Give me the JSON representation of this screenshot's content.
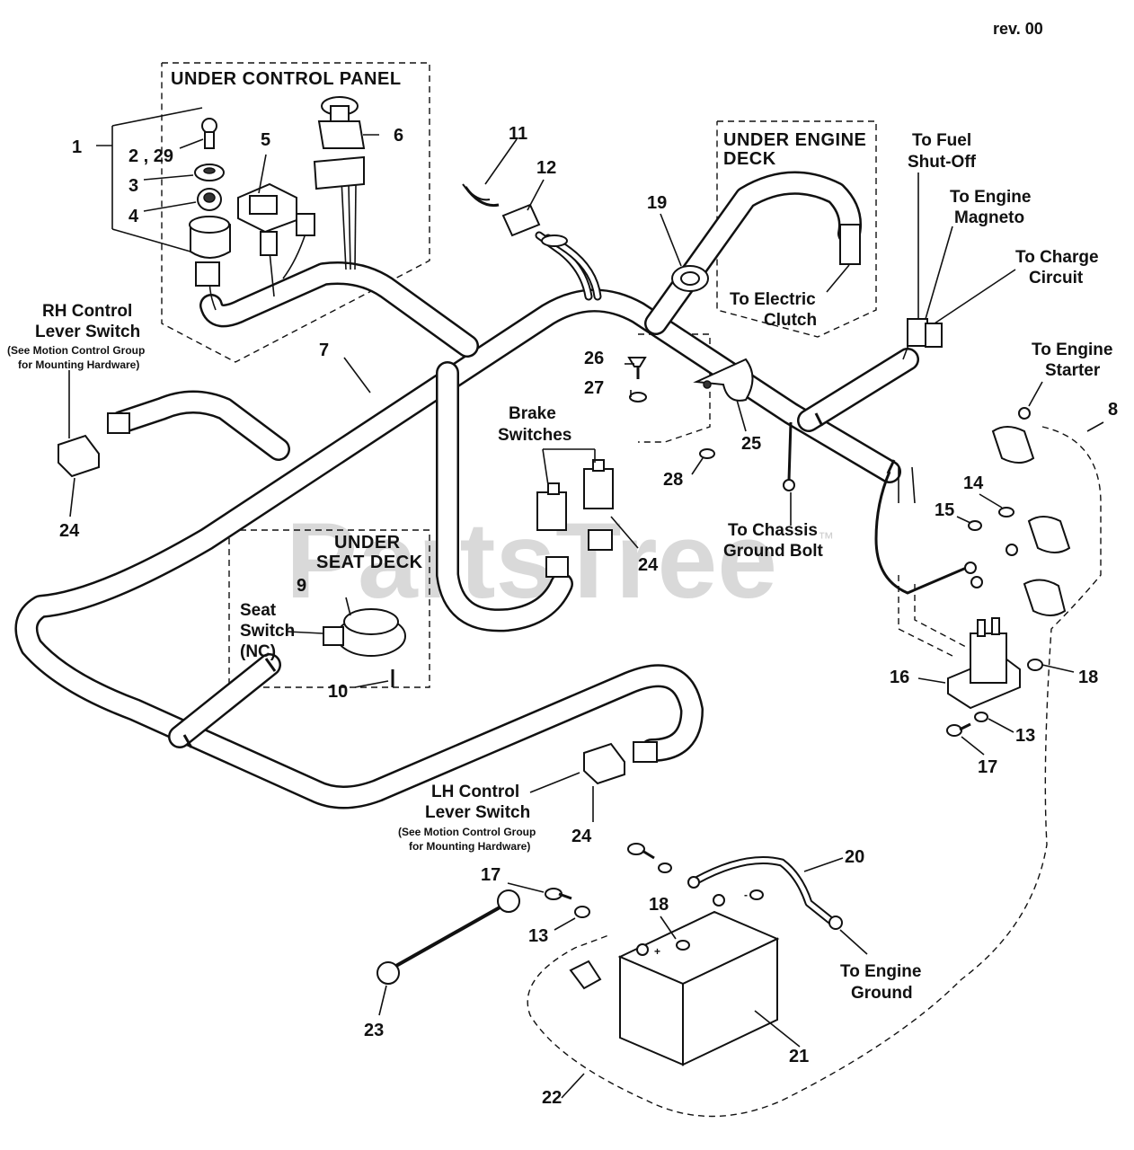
{
  "revision": "rev. 00",
  "watermark": "PartsTree",
  "trademark": "™",
  "sections": {
    "under_control_panel": "UNDER CONTROL PANEL",
    "under_engine_deck_1": "UNDER ENGINE",
    "under_engine_deck_2": "DECK",
    "under_seat_deck_1": "UNDER",
    "under_seat_deck_2": "SEAT DECK"
  },
  "labels": {
    "rh_switch_1": "RH Control",
    "rh_switch_2": "Lever Switch",
    "rh_note_1": "(See Motion Control Group",
    "rh_note_2": "for Mounting Hardware)",
    "lh_switch_1": "LH Control",
    "lh_switch_2": "Lever Switch",
    "lh_note_1": "(See Motion Control Group",
    "lh_note_2": "for Mounting Hardware)",
    "seat_switch_1": "Seat",
    "seat_switch_2": "Switch",
    "seat_switch_3": "(NC)",
    "brake_1": "Brake",
    "brake_2": "Switches",
    "electric_clutch_1": "To Electric",
    "electric_clutch_2": "Clutch",
    "fuel_1": "To Fuel",
    "fuel_2": "Shut-Off",
    "magneto_1": "To Engine",
    "magneto_2": "Magneto",
    "charge_1": "To Charge",
    "charge_2": "Circuit",
    "starter_1": "To Engine",
    "starter_2": "Starter",
    "chassis_1": "To Chassis",
    "chassis_2": "Ground Bolt",
    "engine_ground_1": "To Engine",
    "engine_ground_2": "Ground"
  },
  "callouts": {
    "c1": "1",
    "c2_29": "2 , 29",
    "c3": "3",
    "c4": "4",
    "c5": "5",
    "c6": "6",
    "c7": "7",
    "c8": "8",
    "c9": "9",
    "c10": "10",
    "c11": "11",
    "c12": "12",
    "c13a": "13",
    "c13b": "13",
    "c14": "14",
    "c15": "15",
    "c16": "16",
    "c17a": "17",
    "c17b": "17",
    "c18a": "18",
    "c18b": "18",
    "c19": "19",
    "c20": "20",
    "c21": "21",
    "c22": "22",
    "c23": "23",
    "c24a": "24",
    "c24b": "24",
    "c24c": "24",
    "c25": "25",
    "c26": "26",
    "c27": "27",
    "c28": "28"
  },
  "battery_marks": {
    "plus": "+",
    "minus": "-"
  }
}
